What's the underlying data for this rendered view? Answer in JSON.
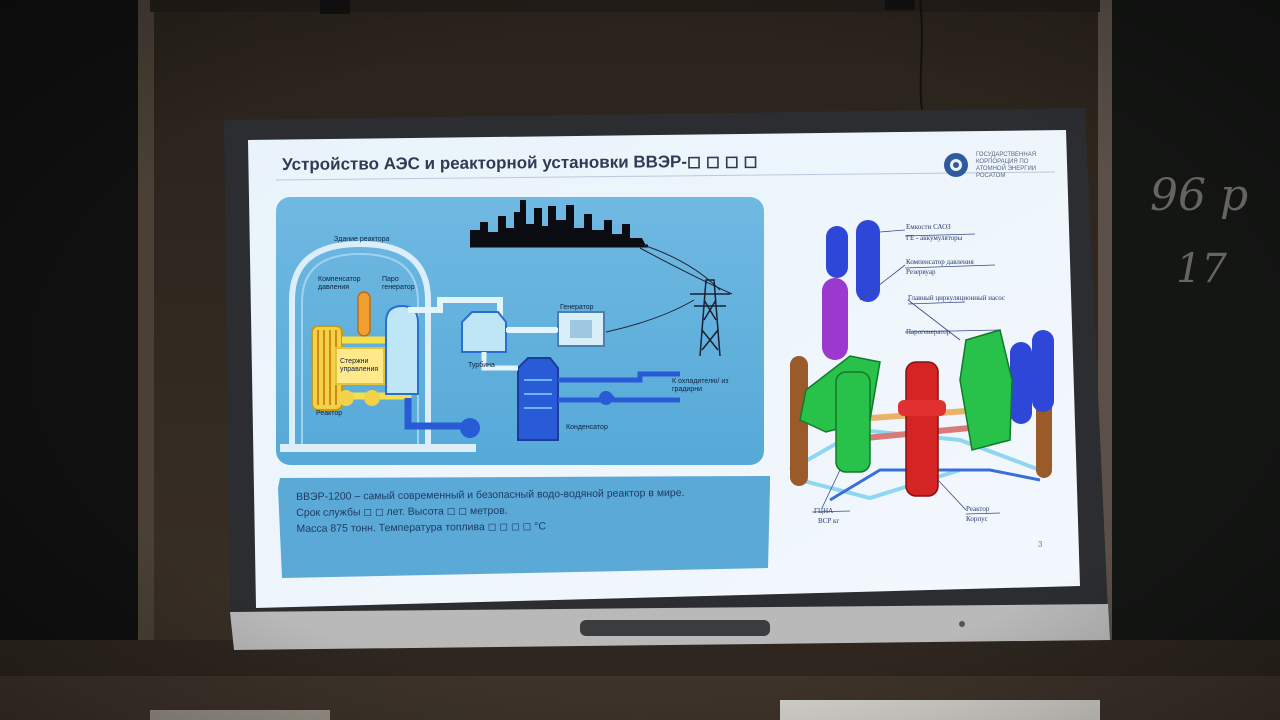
{
  "slide": {
    "title": "Устройство АЭС и реакторной установки ВВЭР-◻ ◻ ◻ ◻",
    "logo_text": "ГОСУДАРСТВЕННАЯ КОРПОРАЦИЯ ПО АТОМНОЙ ЭНЕРГИИ РОСАТОМ",
    "page_number": "3",
    "plant_labels": {
      "containment": "Здание реактора",
      "pressurizer": "Компенсатор давления",
      "steam_generator": "Паро генератор",
      "control_rods": "Стержни управления",
      "reactor": "Реактор",
      "generator": "Генератор",
      "turbine": "Турбина",
      "cooling": "К охладителю/ из градирни",
      "condenser": "Конденсатор"
    },
    "reactor_labels": {
      "sapr": "Емкости САОЗ",
      "hydroaccumulators": "ГЕ - аккумуляторы",
      "pressurizer": "Компенсатор давления",
      "relief": "Резервуар",
      "pump": "Главный циркуляционный насос",
      "steam_gen": "Парогенератор",
      "reactor": "Реактор",
      "vessel": "Корпус",
      "gcn": "ГЦНА",
      "loop": "ВСР кг"
    },
    "info": {
      "line1": "ВВЭР-1200 – самый современный и безопасный водо-водяной реактор в мире.",
      "line2": "Срок службы ◻ ◻ лет. Высота ◻ ◻ метров.",
      "line3": "Масса 875 тонн. Температура топлива ◻ ◻ ◻ ◻ °С"
    }
  },
  "chalkboard": {
    "line1": "96 р",
    "line2": "17"
  }
}
